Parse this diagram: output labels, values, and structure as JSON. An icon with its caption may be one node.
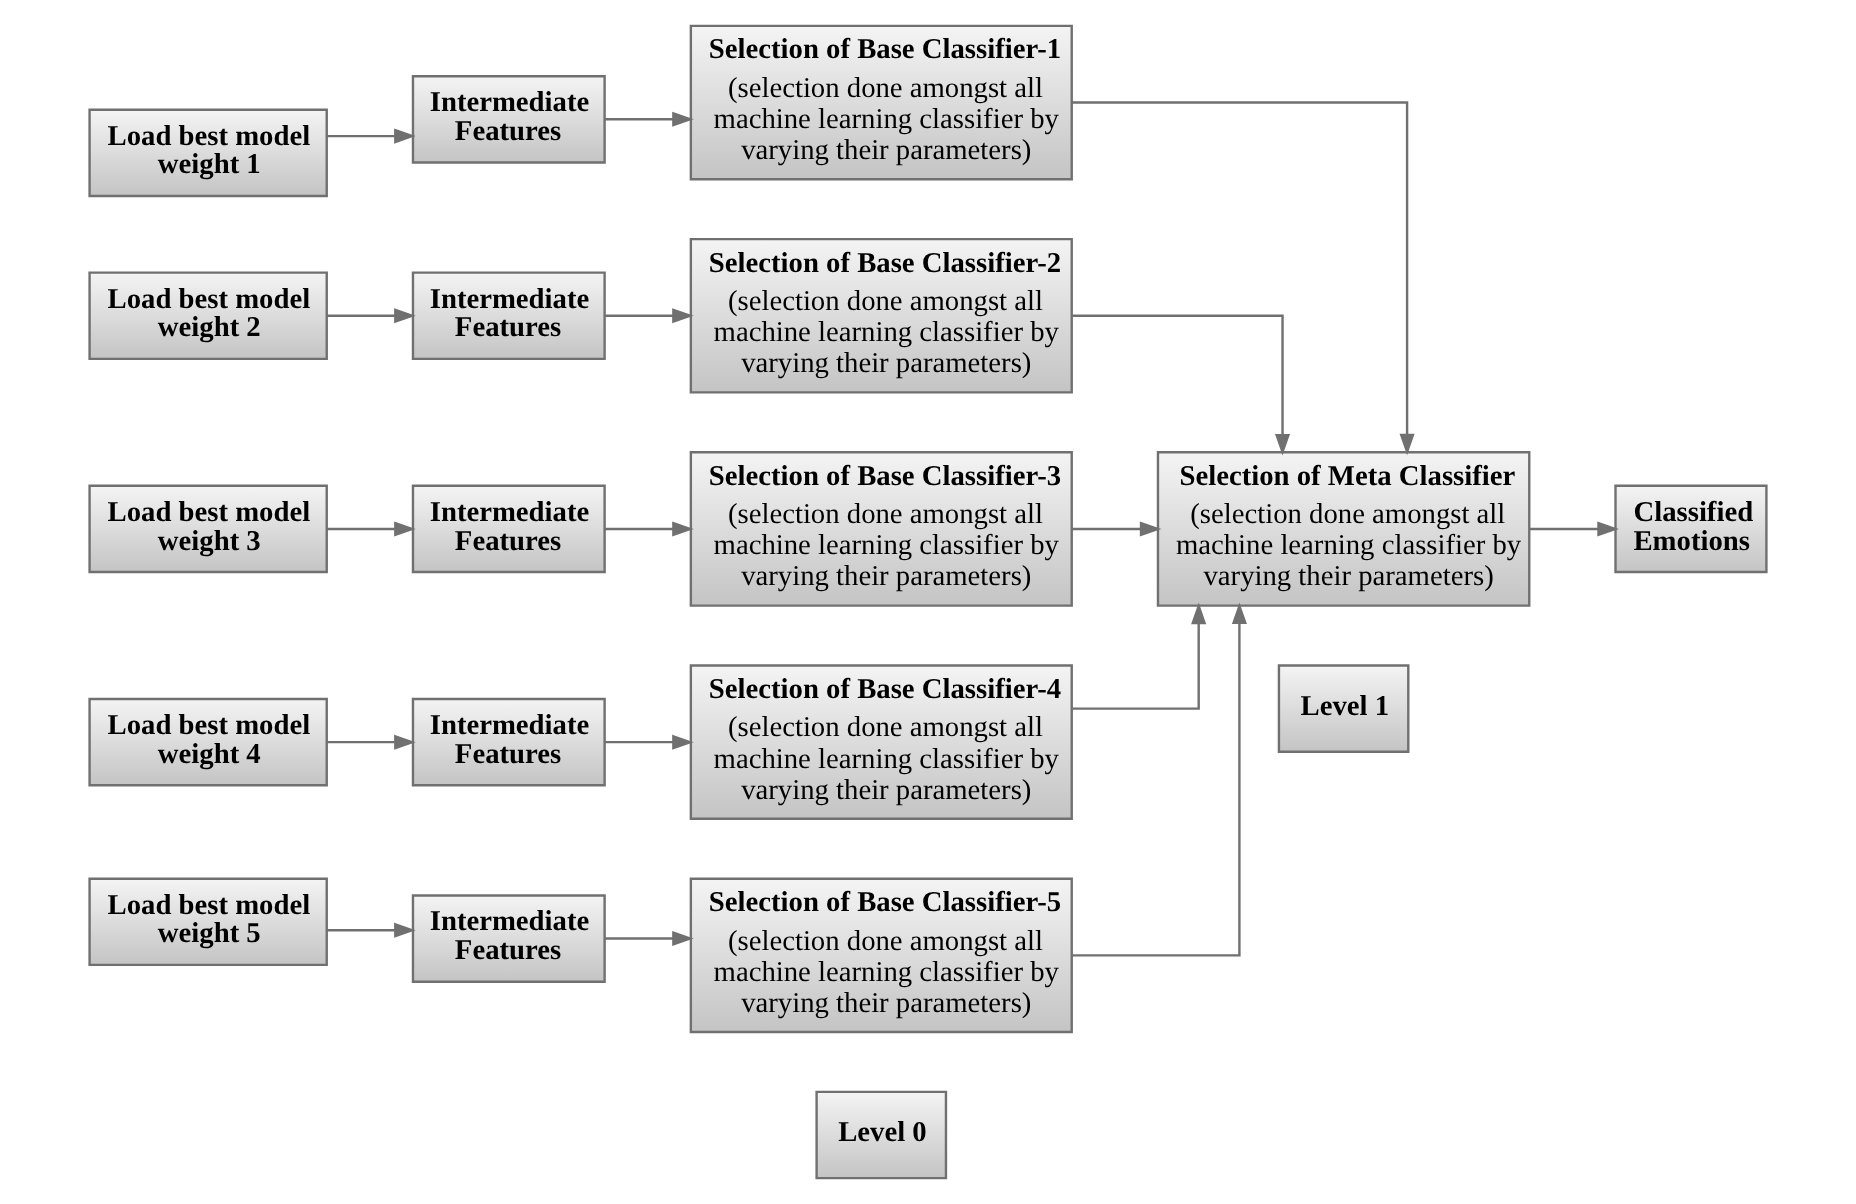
{
  "diagram": {
    "nodes": [
      {
        "text": [
          "Load best model weight 1"
        ]
      },
      {
        "text": [
          "Intermediate Features"
        ]
      },
      {
        "text": [
          "Selection of Base Classifier-1",
          "(selection done amongst all machine learning classifier by varying their parameters)"
        ]
      },
      {
        "text": [
          "Selection of Meta Classifier",
          "(selection done amongst all machine learning classifier by varying their parameters)"
        ]
      },
      {
        "text": [
          "Classified Emotions"
        ]
      },
      {
        "text": [
          "Load best model weight 2"
        ]
      },
      {
        "text": [
          "Intermediate Features"
        ]
      },
      {
        "text": [
          "Selection of Base Classifier-2",
          "(selection done amongst all machine learning classifier by varying their parameters)"
        ]
      },
      {
        "text": [
          "Load best model weight 3"
        ]
      },
      {
        "text": [
          "Intermediate Features"
        ]
      },
      {
        "text": [
          "Selection of Base Classifier-3",
          "(selection done amongst all machine learning classifier by varying their parameters)"
        ]
      },
      {
        "text": [
          "Load best model weight 4"
        ]
      },
      {
        "text": [
          "Intermediate Features"
        ]
      },
      {
        "text": [
          "Selection of Base Classifier-4",
          "(selection done amongst all machine learning classifier by varying their parameters)"
        ]
      },
      {
        "text": [
          "Load best model weight 5"
        ]
      },
      {
        "text": [
          "Intermediate Features"
        ]
      },
      {
        "text": [
          "Selection of Base Classifier-5",
          "(selection done amongst all machine learning classifier by varying their parameters)"
        ]
      },
      {
        "text": [
          "Level 0"
        ]
      },
      {
        "text": [
          "Level 1"
        ]
      }
    ],
    "edges": [
      {
        "from": 0,
        "to": 1,
        "arrow": "to"
      },
      {
        "from": 1,
        "to": 2,
        "arrow": "to"
      },
      {
        "from": 5,
        "to": 6,
        "arrow": "to"
      },
      {
        "from": 6,
        "to": 7,
        "arrow": "to"
      },
      {
        "from": 8,
        "to": 9,
        "arrow": "to"
      },
      {
        "from": 9,
        "to": 10,
        "arrow": "to"
      },
      {
        "from": 11,
        "to": 12,
        "arrow": "to"
      },
      {
        "from": 12,
        "to": 13,
        "arrow": "to"
      },
      {
        "from": 14,
        "to": 15,
        "arrow": "to"
      },
      {
        "from": 15,
        "to": 16,
        "arrow": "to"
      },
      {
        "from": 2,
        "to": 3,
        "arrow": "to"
      },
      {
        "from": 7,
        "to": 3,
        "arrow": "to"
      },
      {
        "from": 10,
        "to": 3,
        "arrow": "to"
      },
      {
        "from": 13,
        "to": 3,
        "arrow": "to"
      },
      {
        "from": 16,
        "to": 3,
        "arrow": "to"
      },
      {
        "from": 3,
        "to": 4,
        "arrow": "to"
      }
    ]
  }
}
